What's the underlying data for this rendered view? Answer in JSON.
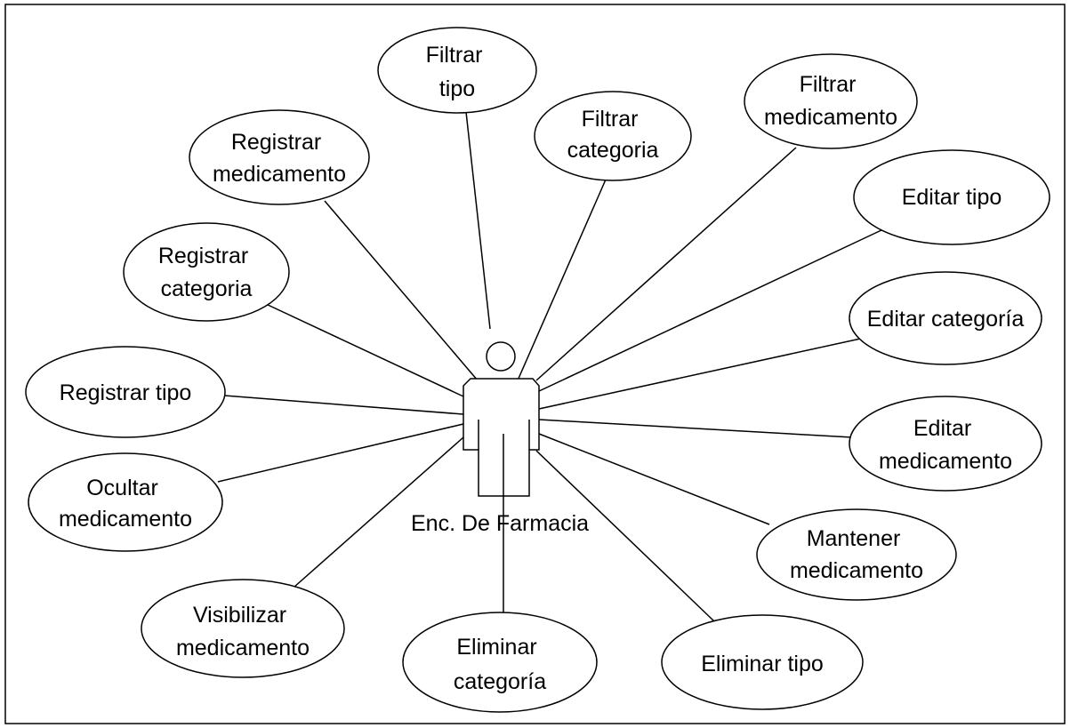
{
  "diagram": {
    "actor": {
      "label": "Enc. De Farmacia"
    },
    "use_cases": [
      {
        "id": "filtrar-tipo",
        "lines": [
          "Filtrar",
          "tipo"
        ]
      },
      {
        "id": "filtrar-categoria",
        "lines": [
          "Filtrar",
          "categoria"
        ]
      },
      {
        "id": "filtrar-medicamento",
        "lines": [
          "Filtrar",
          "medicamento"
        ]
      },
      {
        "id": "registrar-medicamento",
        "lines": [
          "Registrar",
          "medicamento"
        ]
      },
      {
        "id": "editar-tipo",
        "lines": [
          "Editar tipo"
        ]
      },
      {
        "id": "registrar-categoria",
        "lines": [
          "Registrar",
          "categoria"
        ]
      },
      {
        "id": "editar-categoria",
        "lines": [
          "Editar categoría"
        ]
      },
      {
        "id": "registrar-tipo",
        "lines": [
          "Registrar tipo"
        ]
      },
      {
        "id": "editar-medicamento",
        "lines": [
          "Editar",
          "medicamento"
        ]
      },
      {
        "id": "ocultar-medicamento",
        "lines": [
          "Ocultar",
          "medicamento"
        ]
      },
      {
        "id": "mantener-medicamento",
        "lines": [
          "Mantener",
          "medicamento"
        ]
      },
      {
        "id": "visibilizar-medicamento",
        "lines": [
          "Visibilizar",
          "medicamento"
        ]
      },
      {
        "id": "eliminar-categoria",
        "lines": [
          "Eliminar",
          "categoría"
        ]
      },
      {
        "id": "eliminar-tipo",
        "lines": [
          "Eliminar tipo"
        ]
      }
    ]
  }
}
